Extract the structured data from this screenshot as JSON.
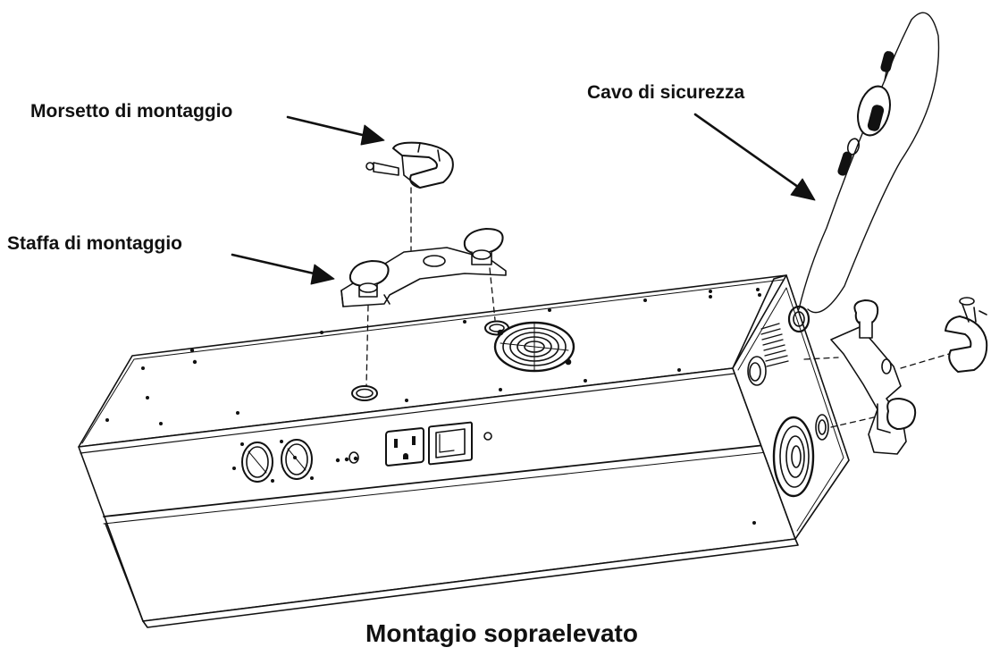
{
  "labels": {
    "clamp": "Morsetto di montaggio",
    "bracket": "Staffa di montaggio",
    "safety_cable": "Cavo di sicurezza"
  },
  "caption": "Montagio sopraelevato",
  "colors": {
    "line": "#111111",
    "fill": "#ffffff",
    "shade": "#f2f2f2"
  },
  "icons": [
    "mounting-clamp-icon",
    "mounting-bracket-icon",
    "safety-cable-icon",
    "fan-grille-icon",
    "power-outlet-icon",
    "power-switch-icon",
    "xlr-connector-icon"
  ]
}
